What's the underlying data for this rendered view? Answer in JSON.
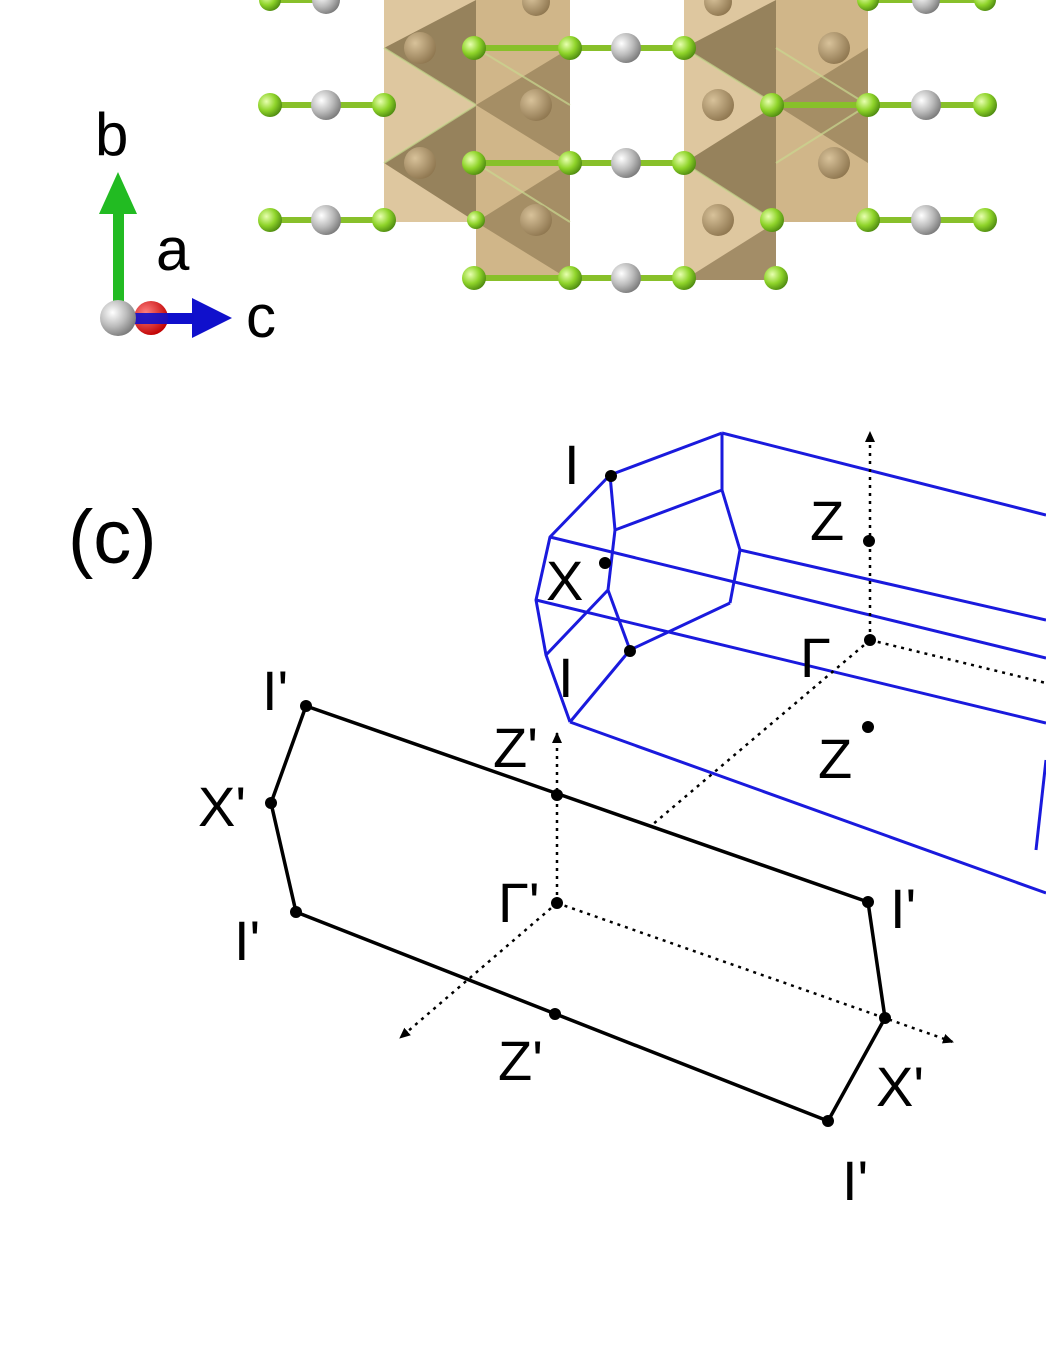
{
  "axes_indicator": {
    "b_label": "b",
    "a_label": "a",
    "c_label": "c",
    "colors": {
      "b": "#22bb22",
      "a": "#e01010",
      "c": "#1010cc",
      "origin": "#bdbdbd"
    }
  },
  "structure": {
    "colors": {
      "ligand": "#88d42a",
      "metal": "#b8b8b8",
      "polyhedron_light": "#dcc49a",
      "polyhedron_dark": "#8a7550",
      "center": "#a8916a"
    }
  },
  "panel_label": "(c)",
  "brillouin_zone_3d": {
    "color": "#1a1add",
    "labels": [
      "I",
      "Z",
      "X",
      "Γ",
      "I",
      "Z"
    ]
  },
  "projected_zone_2d": {
    "color": "#000000",
    "labels": [
      "I'",
      "Z'",
      "X'",
      "Γ'",
      "I'",
      "I'",
      "Z'",
      "X'",
      "I'"
    ]
  }
}
